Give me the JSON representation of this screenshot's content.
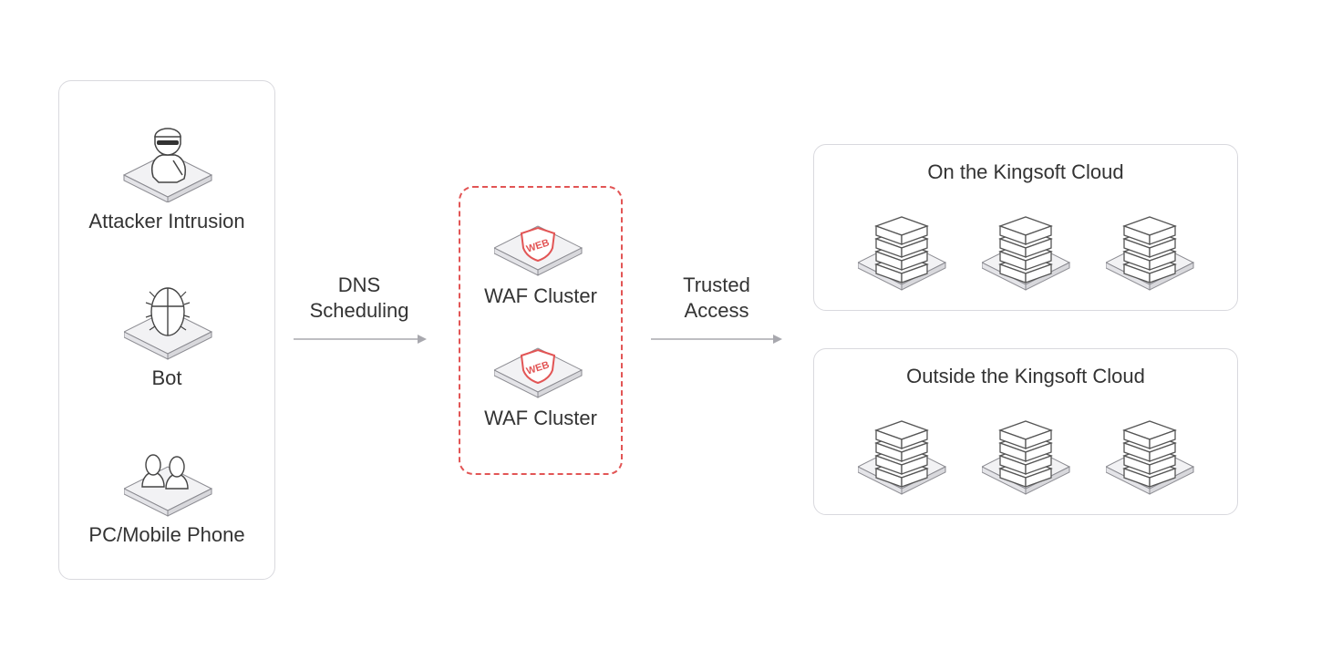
{
  "sources": {
    "attacker_label": "Attacker Intrusion",
    "bot_label": "Bot",
    "pc_label": "PC/Mobile Phone"
  },
  "flow": {
    "dns_line1": "DNS",
    "dns_line2": "Scheduling",
    "trusted_line1": "Trusted",
    "trusted_line2": "Access"
  },
  "waf": {
    "cluster1_label": "WAF Cluster",
    "cluster2_label": "WAF Cluster",
    "badge_text": "WEB",
    "accent_color": "#e25555"
  },
  "origins": {
    "inside_title": "On the Kingsoft Cloud",
    "outside_title": "Outside the Kingsoft Cloud"
  }
}
